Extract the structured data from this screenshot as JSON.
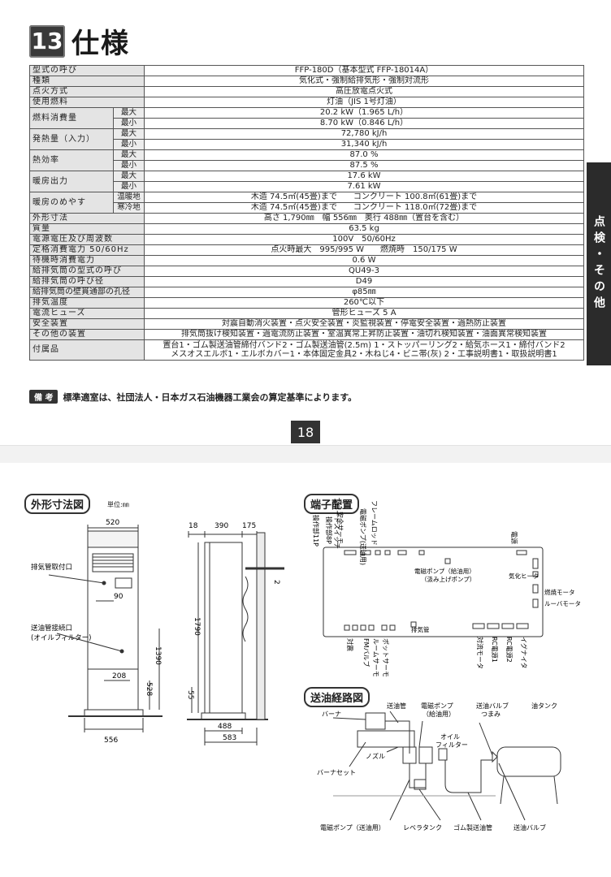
{
  "section": {
    "number": "13",
    "title": "仕様"
  },
  "side_tab": "点検・その他",
  "spec_rows": {
    "r1": {
      "label": "型式の呼び",
      "value": "FFP-180D（基本型式 FFP-18014A）"
    },
    "r2": {
      "label": "種類",
      "value": "気化式・強制給排気形・強制対流形"
    },
    "r3": {
      "label": "点火方式",
      "value": "高圧放電点火式"
    },
    "r4": {
      "label": "使用燃料",
      "value": "灯油（JIS 1号灯油）"
    },
    "r5": {
      "label": "燃料消費量",
      "sub1": "最大",
      "val1": "20.2 kW（1.965 L/h）",
      "sub2": "最小",
      "val2": "8.70 kW（0.846 L/h）"
    },
    "r6": {
      "label": "発熱量（入力）",
      "sub1": "最大",
      "val1": "72,780 kJ/h",
      "sub2": "最小",
      "val2": "31,340 kJ/h"
    },
    "r7": {
      "label": "熱効率",
      "sub1": "最大",
      "val1": "87.0 %",
      "sub2": "最小",
      "val2": "87.5 %"
    },
    "r8": {
      "label": "暖房出力",
      "sub1": "最大",
      "val1": "17.6 kW",
      "sub2": "最小",
      "val2": "7.61 kW"
    },
    "r9": {
      "label": "暖房のめやす",
      "sub1": "温暖地",
      "val1": "木造 74.5㎡(45畳)まで　　コンクリート 100.8㎡(61畳)まで",
      "sub2": "寒冷地",
      "val2": "木造 74.5㎡(45畳)まで　　コンクリート 118.0㎡(72畳)まで"
    },
    "r10": {
      "label": "外形寸法",
      "value": "高さ 1,790㎜　幅 556㎜　奥行 488㎜（置台を含む）"
    },
    "r11": {
      "label": "質量",
      "value": "63.5 kg"
    },
    "r12": {
      "label": "電源電圧及び周波数",
      "value": "100V　50/60Hz"
    },
    "r13": {
      "label": "定格消費電力 50/60Hz",
      "value": "点火時最大　995/995 W　　燃焼時　150/175 W"
    },
    "r14": {
      "label": "待機時消費電力",
      "value": "0.6 W"
    },
    "r15": {
      "label": "給排気筒の型式の呼び",
      "value": "QU49-3"
    },
    "r16": {
      "label": "給排気筒の呼び径",
      "value": "D49"
    },
    "r17": {
      "label": "給排気筒の壁貫通部の孔径",
      "value": "φ85㎜"
    },
    "r18": {
      "label": "排気温度",
      "value": "260℃以下"
    },
    "r19": {
      "label": "電流ヒューズ",
      "value": "管形ヒューズ 5 A"
    },
    "r20": {
      "label": "安全装置",
      "value": "対震自動消火装置・点火安全装置・炎監視装置・停電安全装置・過熱防止装置"
    },
    "r21": {
      "label": "その他の装置",
      "value": "排気筒抜け検知装置・過電流防止装置・室温異常上昇防止装置・油切れ検知装置・油面異常検知装置"
    },
    "r22": {
      "label": "付属品",
      "value1": "置台1・ゴム製送油管締付バンド2・ゴム製送油管(2.5m) 1・ストッパーリング2・給気ホース1・締付バンド2",
      "value2": "メスオスエルボ1・エルボカバー1・本体固定金具2・木ねじ4・ビニ帯(灰) 2・工事説明書1・取扱説明書1"
    }
  },
  "note": {
    "tag": "備 考",
    "text": "標準適室は、社団法人・日本ガス石油機器工業会の算定基準によります。"
  },
  "page_number": "18",
  "outline": {
    "title": "外形寸法図",
    "unit": "単位:㎜",
    "dim_520": "520",
    "dim_18": "18",
    "dim_390": "390",
    "dim_175": "175",
    "dim_90": "90",
    "dim_208": "208",
    "dim_528": "528",
    "dim_1390": "1390",
    "dim_1790": "1790",
    "dim_55": "55",
    "dim_556": "556",
    "dim_488": "488",
    "dim_583": "583",
    "dim_2": "2",
    "exhaust_label": "排気管取付口",
    "oil_label_1": "送油管接続口",
    "oil_label_2": "(オイルフィルター)"
  },
  "terminal": {
    "title": "端子配置",
    "op11": "操作部11P",
    "op8": "操作部8P",
    "safety_thermo": "安全サーモ",
    "float_switch": "フロートスイッチ",
    "pump_label": "電磁ポンプ(送油用)",
    "frame_rod": "フレームロッド",
    "power": "電源",
    "pump_main_1": "電磁ポンプ（給油用）",
    "pump_main_2": "（汲み上げポンプ）",
    "vaporizer_heater": "気化ヒータ",
    "combustion_motor": "燃焼モータ",
    "louver_motor": "ルーバモータ",
    "exhaust_pipe": "排気管",
    "ground": "対震",
    "fm_valve": "FMバルブ",
    "room_thermo": "ルームサーモ",
    "pot_thermo": "ポットサーモ",
    "convection_motor": "対流モータ",
    "rc1": "RC電源1",
    "rc2": "RC電源2",
    "igniter": "イグナイタ"
  },
  "oil_path": {
    "title": "送油経路図",
    "burner": "バーナ",
    "oil_pipe": "送油管",
    "pump_supply_1": "電磁ポンプ",
    "pump_supply_2": "（給油用）",
    "valve_knob_1": "送油バルブ",
    "valve_knob_2": "つまみ",
    "oil_tank": "油タンク",
    "oil_filter_1": "オイル",
    "oil_filter_2": "フィルター",
    "nozzle": "ノズル",
    "burner_set": "バーナセット",
    "pump_send": "電磁ポンプ（送油用）",
    "leveler_tank": "レベラタンク",
    "rubber_pipe": "ゴム製送油管",
    "oil_valve": "送油バルブ"
  }
}
